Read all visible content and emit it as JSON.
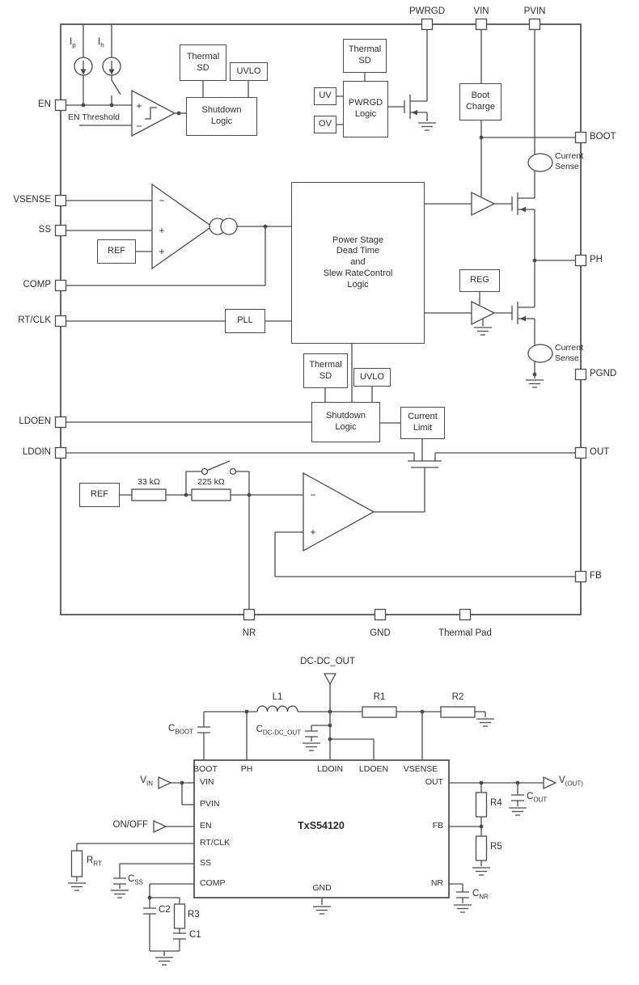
{
  "symbols": {
    "plus": "+",
    "minus": "−"
  },
  "block_diagram": {
    "pin_labels": {
      "pwrgd": "PWRGD",
      "vin": "VIN",
      "pvin": "PVIN",
      "en": "EN",
      "vsense": "VSENSE",
      "ss": "SS",
      "comp": "COMP",
      "rt_clk": "RT/CLK",
      "ldoen": "LDOEN",
      "ldoin": "LDOIN",
      "boot": "BOOT",
      "ph": "PH",
      "pgnd": "PGND",
      "out": "OUT",
      "fb": "FB",
      "nr": "NR",
      "gnd": "GND",
      "thermal_pad": "Thermal Pad"
    },
    "blocks": {
      "thermal_sd_en": "Thermal\nSD",
      "uvlo_en": "UVLO",
      "shutdown_logic_en": "Shutdown\nLogic",
      "thermal_sd_pwrgd": "Thermal\nSD",
      "uv": "UV",
      "ov": "OV",
      "pwrgd_logic": "PWRGD\nLogic",
      "boot_charge": "Boot\nCharge",
      "ref_main": "REF",
      "pll": "PLL",
      "power_stage": "Power Stage\nDead Time\nand\nSlew RateControl\nLogic",
      "reg": "REG",
      "thermal_sd_ldo": "Thermal\nSD",
      "uvlo_ldo": "UVLO",
      "shutdown_logic_ldo": "Shutdown\nLogic",
      "current_limit": "Current\nLimit",
      "ref_ldo": "REF"
    },
    "labels": {
      "ip": {
        "base": "I",
        "sub": "p"
      },
      "ih": {
        "base": "I",
        "sub": "h"
      },
      "en_threshold": "EN Threshold",
      "current_sense_top": "Current\nSense",
      "current_sense_bottom": "Current\nSense",
      "r_33k": "33 kΩ",
      "r_225k": "225 kΩ"
    }
  },
  "application_circuit": {
    "ic_name": "TxS54120",
    "net_flag": "DC-DC_OUT",
    "ic_pins": {
      "boot": "BOOT",
      "ph": "PH",
      "ldoin": "LDOIN",
      "ldoen": "LDOEN",
      "vsense": "VSENSE",
      "vin": "VIN",
      "pvin": "PVIN",
      "en": "EN",
      "rt_clk": "RT/CLK",
      "ss": "SS",
      "comp": "COMP",
      "out": "OUT",
      "fb": "FB",
      "nr": "NR",
      "gnd": "GND"
    },
    "components": {
      "l1": "L1",
      "r1": "R1",
      "r2": "R2",
      "r3": "R3",
      "r4": "R4",
      "r5": "R5",
      "c1": "C1",
      "c2": "C2",
      "c_boot": {
        "base": "C",
        "sub": "BOOT"
      },
      "c_dcdc_out": {
        "base": "C",
        "sub": "DC-DC_OUT"
      },
      "r_rt": {
        "base": "R",
        "sub": "RT"
      },
      "c_ss": {
        "base": "C",
        "sub": "SS"
      },
      "c_out": {
        "base": "C",
        "sub": "OUT"
      },
      "c_nr": {
        "base": "C",
        "sub": "NR"
      }
    },
    "ports": {
      "v_in": {
        "base": "V",
        "sub": "IN"
      },
      "on_off": "ON/OFF",
      "v_out": {
        "base": "V",
        "sub": "(OUT)"
      }
    }
  }
}
